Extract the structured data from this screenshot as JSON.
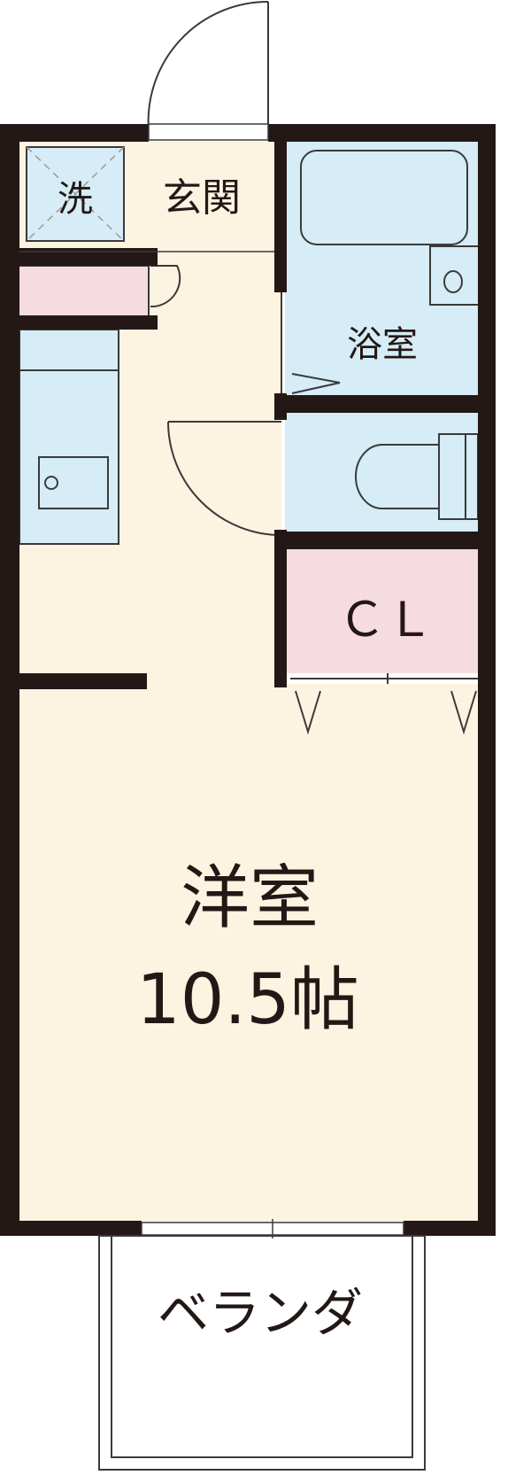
{
  "rooms": {
    "washer": "洗",
    "entrance": "玄関",
    "bath": "浴室",
    "closet": "ＣＬ",
    "western_room": "洋室",
    "western_room_size": "10.5帖",
    "balcony": "ベランダ"
  },
  "colors": {
    "wall": "#231815",
    "floor": "#fdf3e1",
    "wet_area": "#d6ecf6",
    "storage": "#f7dbe2",
    "line": "#3a3a3a"
  }
}
